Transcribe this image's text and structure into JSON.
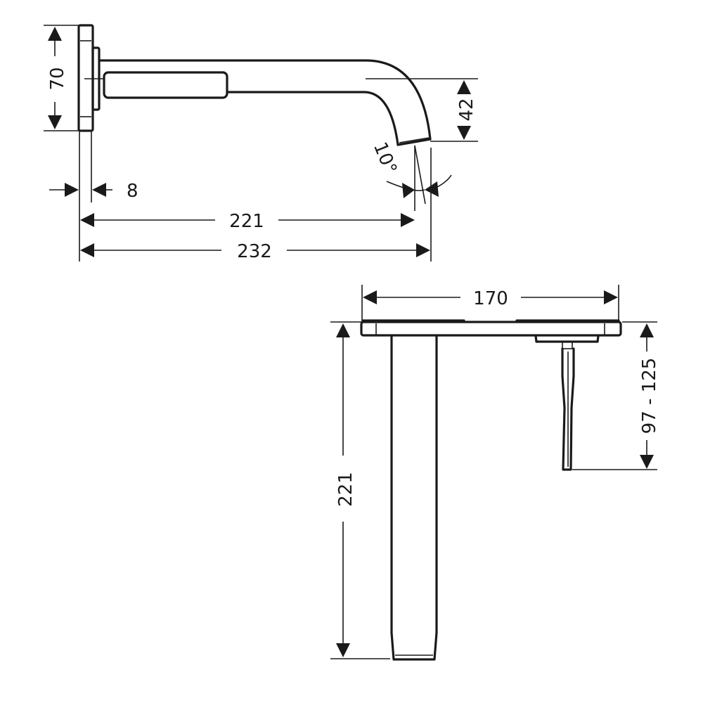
{
  "diagram": {
    "subject": "Wall-mounted basin faucet, technical dimension drawing",
    "units": "mm",
    "colors": {
      "line": "#1a1a1a",
      "background": "#ffffff"
    },
    "side_view": {
      "dimensions": {
        "plate_height": "70",
        "spout_drop": "42",
        "spout_angle": "10°",
        "plate_thickness": "8",
        "projection_to_outlet": "221",
        "overall_projection": "232"
      }
    },
    "top_view": {
      "dimensions": {
        "plate_width": "170",
        "spout_length": "221",
        "handle_length_range": "97 - 125"
      }
    }
  }
}
